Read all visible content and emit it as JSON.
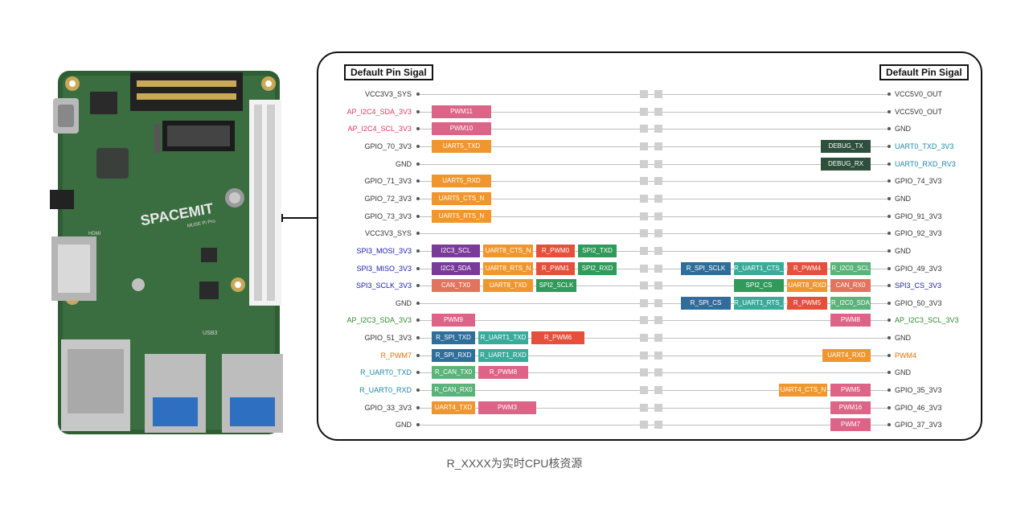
{
  "headers": {
    "left": "Default Pin Sigal",
    "right": "Default Pin Sigal"
  },
  "caption": "R_XXXX为实时CPU核资源",
  "board": {
    "logo": "SPACEMIT",
    "model": "MUSE Pi Pro",
    "hdmi": "HDMI",
    "usb": "USB3"
  },
  "colors": {
    "black": "#333333",
    "red": "#d63c5e",
    "blue": "#1a1aa8",
    "green": "#2b8a2b",
    "orange": "#e0700a",
    "teal": "#1a86a8",
    "chip_pink": "#dd6486",
    "chip_orange": "#f0962e",
    "chip_purple": "#7a3a9a",
    "chip_red": "#e5503c",
    "chip_green": "#2f9a5a",
    "chip_blue": "#2f6e9a",
    "chip_teal": "#3aab9a",
    "chip_salmon": "#e2735e",
    "chip_lime": "#5ab47a",
    "chip_darkgreen": "#2d4f3c"
  },
  "rows": [
    {
      "left": {
        "text": "VCC3V3_SYS",
        "color": "black"
      },
      "right": {
        "text": "VCC5V0_OUT",
        "color": "black"
      },
      "lchips": [],
      "rchips": []
    },
    {
      "left": {
        "text": "AP_I2C4_SDA_3V3",
        "color": "red"
      },
      "right": {
        "text": "VCC5V0_OUT",
        "color": "black"
      },
      "lchips": [
        {
          "t": "PWM11",
          "c": "chip_pink"
        }
      ],
      "rchips": []
    },
    {
      "left": {
        "text": "AP_I2C4_SCL_3V3",
        "color": "red"
      },
      "right": {
        "text": "GND",
        "color": "black"
      },
      "lchips": [
        {
          "t": "PWM10",
          "c": "chip_pink"
        }
      ],
      "rchips": []
    },
    {
      "left": {
        "text": "GPIO_70_3V3",
        "color": "black"
      },
      "right": {
        "text": "UART0_TXD_3V3",
        "color": "teal"
      },
      "lchips": [
        {
          "t": "UART5_TXD",
          "c": "chip_orange"
        }
      ],
      "rchips": [
        {
          "t": "DEBUG_TX",
          "c": "chip_darkgreen"
        }
      ]
    },
    {
      "left": {
        "text": "GND",
        "color": "black"
      },
      "right": {
        "text": "UART0_RXD_RV3",
        "color": "teal"
      },
      "lchips": [],
      "rchips": [
        {
          "t": "DEBUG_RX",
          "c": "chip_darkgreen"
        }
      ]
    },
    {
      "left": {
        "text": "GPIO_71_3V3",
        "color": "black"
      },
      "right": {
        "text": "GPIO_74_3V3",
        "color": "black"
      },
      "lchips": [
        {
          "t": "UART5_RXD",
          "c": "chip_orange"
        }
      ],
      "rchips": []
    },
    {
      "left": {
        "text": "GPIO_72_3V3",
        "color": "black"
      },
      "right": {
        "text": "GND",
        "color": "black"
      },
      "lchips": [
        {
          "t": "UART5_CTS_N",
          "c": "chip_orange"
        }
      ],
      "rchips": []
    },
    {
      "left": {
        "text": "GPIO_73_3V3",
        "color": "black"
      },
      "right": {
        "text": "GPIO_91_3V3",
        "color": "black"
      },
      "lchips": [
        {
          "t": "UART5_RTS_N",
          "c": "chip_orange"
        }
      ],
      "rchips": []
    },
    {
      "left": {
        "text": "VCC3V3_SYS",
        "color": "black"
      },
      "right": {
        "text": "GPIO_92_3V3",
        "color": "black"
      },
      "lchips": [],
      "rchips": []
    },
    {
      "left": {
        "text": "SPI3_MOSI_3V3",
        "color": "blue"
      },
      "right": {
        "text": "GND",
        "color": "black"
      },
      "lchips": [
        {
          "t": "I2C3_SCL",
          "c": "chip_purple"
        },
        {
          "t": "UART8_CTS_N",
          "c": "chip_orange"
        },
        {
          "t": "R_PWM0",
          "c": "chip_red"
        },
        {
          "t": "SPI2_TXD",
          "c": "chip_green"
        }
      ],
      "rchips": []
    },
    {
      "left": {
        "text": "SPI3_MISO_3V3",
        "color": "blue"
      },
      "right": {
        "text": "GPIO_49_3V3",
        "color": "black"
      },
      "lchips": [
        {
          "t": "I2C3_SDA",
          "c": "chip_purple"
        },
        {
          "t": "UART8_RTS_N",
          "c": "chip_orange"
        },
        {
          "t": "R_PWM1",
          "c": "chip_red"
        },
        {
          "t": "SPI2_RXD",
          "c": "chip_green"
        }
      ],
      "rchips": [
        {
          "t": "R_SPI_SCLK",
          "c": "chip_blue"
        },
        {
          "t": "R_UART1_CTS_N",
          "c": "chip_teal"
        },
        {
          "t": "R_PWM4",
          "c": "chip_red"
        },
        {
          "t": "R_I2C0_SCL",
          "c": "chip_lime"
        }
      ]
    },
    {
      "left": {
        "text": "SPI3_SCLK_3V3",
        "color": "blue"
      },
      "right": {
        "text": "SPI3_CS_3V3",
        "color": "blue"
      },
      "lchips": [
        {
          "t": "CAN_TX0",
          "c": "chip_salmon"
        },
        {
          "t": "UART8_TXD",
          "c": "chip_orange"
        },
        {
          "t": "SPI2_SCLK",
          "c": "chip_green"
        }
      ],
      "rchips": [
        {
          "t": "SPI2_CS",
          "c": "chip_green"
        },
        {
          "t": "UART8_RXD",
          "c": "chip_orange"
        },
        {
          "t": "CAN_RX0",
          "c": "chip_salmon"
        }
      ]
    },
    {
      "left": {
        "text": "GND",
        "color": "black"
      },
      "right": {
        "text": "GPIO_50_3V3",
        "color": "black"
      },
      "lchips": [],
      "rchips": [
        {
          "t": "R_SPI_CS",
          "c": "chip_blue"
        },
        {
          "t": "R_UART1_RTS_N",
          "c": "chip_teal"
        },
        {
          "t": "R_PWM5",
          "c": "chip_red"
        },
        {
          "t": "R_I2C0_SDA",
          "c": "chip_lime"
        }
      ]
    },
    {
      "left": {
        "text": "AP_I2C3_SDA_3V3",
        "color": "green"
      },
      "right": {
        "text": "AP_I2C3_SCL_3V3",
        "color": "green"
      },
      "lchips": [
        {
          "t": "PWM9",
          "c": "chip_pink"
        }
      ],
      "rchips": [
        {
          "t": "PWM8",
          "c": "chip_pink"
        }
      ]
    },
    {
      "left": {
        "text": "GPIO_51_3V3",
        "color": "black"
      },
      "right": {
        "text": "GND",
        "color": "black"
      },
      "lchips": [
        {
          "t": "R_SPI_TXD",
          "c": "chip_blue"
        },
        {
          "t": "R_UART1_TXD",
          "c": "chip_teal"
        },
        {
          "t": "R_PWM6",
          "c": "chip_red"
        }
      ],
      "rchips": []
    },
    {
      "left": {
        "text": "R_PWM7",
        "color": "orange"
      },
      "right": {
        "text": "PWM4",
        "color": "orange"
      },
      "lchips": [
        {
          "t": "R_SPI_RXD",
          "c": "chip_blue"
        },
        {
          "t": "R_UART1_RXD",
          "c": "chip_teal"
        }
      ],
      "rchips": [
        {
          "t": "UART4_RXD",
          "c": "chip_orange"
        }
      ]
    },
    {
      "left": {
        "text": "R_UART0_TXD",
        "color": "teal"
      },
      "right": {
        "text": "GND",
        "color": "black"
      },
      "lchips": [
        {
          "t": "R_CAN_TX0",
          "c": "chip_lime"
        },
        {
          "t": "R_PWM8",
          "c": "chip_pink"
        }
      ],
      "rchips": []
    },
    {
      "left": {
        "text": "R_UART0_RXD",
        "color": "teal"
      },
      "right": {
        "text": "GPIO_35_3V3",
        "color": "black"
      },
      "lchips": [
        {
          "t": "R_CAN_RX0",
          "c": "chip_lime"
        }
      ],
      "rchips": [
        {
          "t": "UART4_CTS_N",
          "c": "chip_orange"
        },
        {
          "t": "PWM5",
          "c": "chip_pink"
        }
      ]
    },
    {
      "left": {
        "text": "GPIO_33_3V3",
        "color": "black"
      },
      "right": {
        "text": "GPIO_46_3V3",
        "color": "black"
      },
      "lchips": [
        {
          "t": "UART4_TXD",
          "c": "chip_orange"
        },
        {
          "t": "PWM3",
          "c": "chip_pink"
        }
      ],
      "rchips": [
        {
          "t": "PWM16",
          "c": "chip_pink"
        }
      ]
    },
    {
      "left": {
        "text": "GND",
        "color": "black"
      },
      "right": {
        "text": "GPIO_37_3V3",
        "color": "black"
      },
      "lchips": [],
      "rchips": [
        {
          "t": "PWM7",
          "c": "chip_pink"
        }
      ]
    }
  ]
}
